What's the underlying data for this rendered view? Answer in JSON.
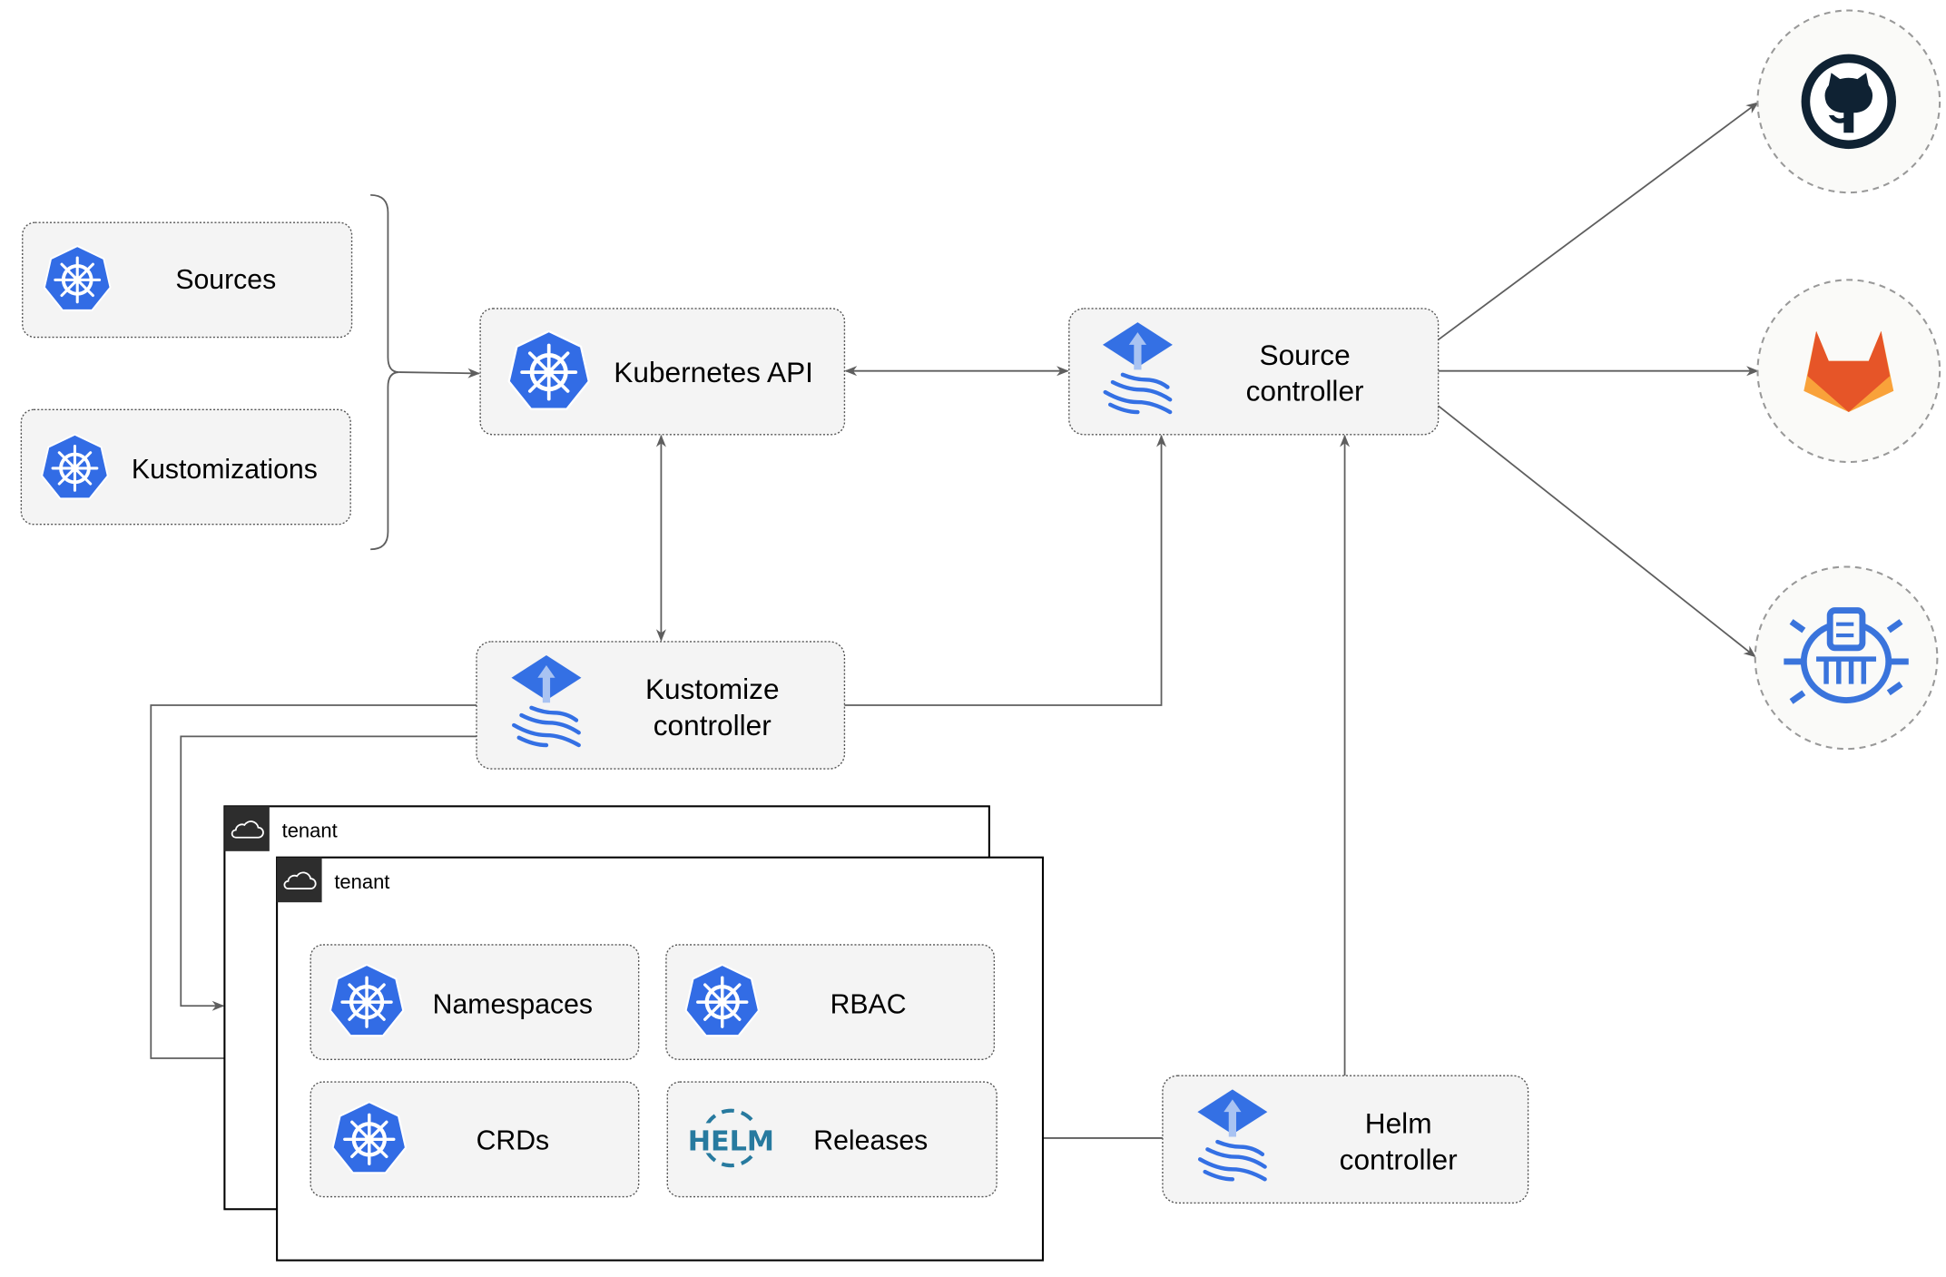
{
  "nodes": {
    "sources": "Sources",
    "kustomizations": "Kustomizations",
    "kubernetes_api": "Kubernetes API",
    "source_controller": [
      "Source",
      "controller"
    ],
    "kustomize_controller": [
      "Kustomize",
      "controller"
    ],
    "helm_controller": [
      "Helm",
      "controller"
    ],
    "namespaces": "Namespaces",
    "rbac": "RBAC",
    "crds": "CRDs",
    "releases": "Releases",
    "helm_logo_text": "HELM"
  },
  "tenants": [
    {
      "label": "tenant"
    },
    {
      "label": "tenant"
    }
  ],
  "external_sources": [
    {
      "name": "github",
      "icon": "github-icon"
    },
    {
      "name": "gitlab",
      "icon": "gitlab-icon"
    },
    {
      "name": "harbor",
      "icon": "harbor-icon"
    }
  ],
  "colors": {
    "kubernetes_blue": "#326ce5",
    "flux_blue": "#3470e4",
    "helm_blue": "#277a9f",
    "github_dark": "#0f2233",
    "gitlab_orange": "#e65528",
    "gitlab_yellow": "#f9a23a",
    "edge": "#5e5e5e"
  }
}
